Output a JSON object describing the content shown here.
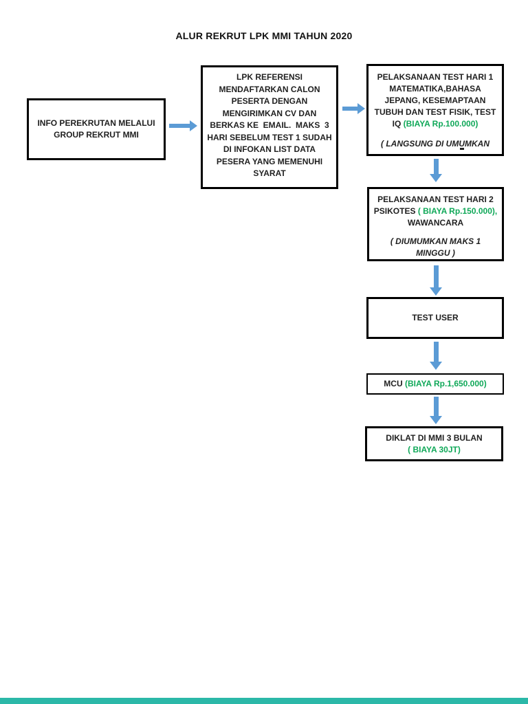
{
  "title": "ALUR REKRUT LPK MMI TAHUN 2020",
  "colors": {
    "text_black": "#1F1F1F",
    "cost_green": "#0FA858",
    "arrow_blue": "#5B9BD5",
    "box_border": "#000000",
    "progress_teal": "#2BB8A8"
  },
  "flow": {
    "info": {
      "lines": [
        "INFO PEREKRUTAN MELALUI",
        "GROUP REKRUT MMI"
      ]
    },
    "lpk": {
      "lines": [
        "LPK REFERENSI",
        "MENDAFTARKAN CALON",
        "PESERTA DENGAN",
        "MENGIRIMKAN CV DAN",
        "BERKAS KE  EMAIL.  MAKS  3",
        "HARI SEBELUM TEST 1 SUDAH",
        "DI INFOKAN LIST DATA",
        "PESERA YANG MEMENUHI",
        "SYARAT"
      ]
    },
    "test1": {
      "lines": [
        "PELAKSANAAN TEST HARI 1",
        "MATEMATIKA,BAHASA",
        "JEPANG, KESEMAPTAAN",
        "TUBUH DAN TEST FISIK, TEST"
      ],
      "iq_label": "IQ ",
      "iq_cost": "(BIAYA Rp.100.000)",
      "note": "( LANGSUNG DI UMUMKAN"
    },
    "test2": {
      "line1": "PELAKSANAAN TEST HARI 2",
      "psikotes_label": "PSIKOTES ",
      "psikotes_cost": "( BIAYA Rp.150.000),",
      "line3": "WAWANCARA",
      "note_lines": [
        "( DIUMUMKAN MAKS 1",
        "MINGGU )"
      ]
    },
    "test_user": {
      "label": "TEST USER"
    },
    "mcu": {
      "label": "MCU ",
      "cost": "(BIAYA Rp.1,650.000)"
    },
    "diklat": {
      "line1": "DIKLAT DI MMI 3 BULAN",
      "cost": "( BIAYA 30JT)"
    }
  }
}
